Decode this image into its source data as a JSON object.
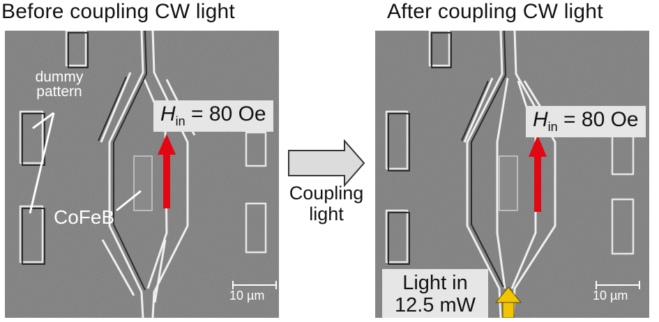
{
  "left_panel": {
    "title": "Before coupling CW light",
    "field": {
      "symbol": "H",
      "subscript": "in",
      "value": "= 80 Oe"
    },
    "annotation_dummy": "dummy pattern",
    "annotation_cofeb": "CoFeB",
    "scale_label": "10 µm"
  },
  "arrow": {
    "line1": "Coupling",
    "line2": "light"
  },
  "right_panel": {
    "title": "After coupling CW light",
    "field": {
      "symbol": "H",
      "subscript": "in",
      "value": "= 80 Oe"
    },
    "light_line1": "Light in",
    "light_line2": "12.5 mW",
    "scale_label": "10 µm"
  },
  "colors": {
    "field_arrow": "#e30613",
    "light_arrow": "#f2c500",
    "label_box": "#e6e6e6"
  }
}
